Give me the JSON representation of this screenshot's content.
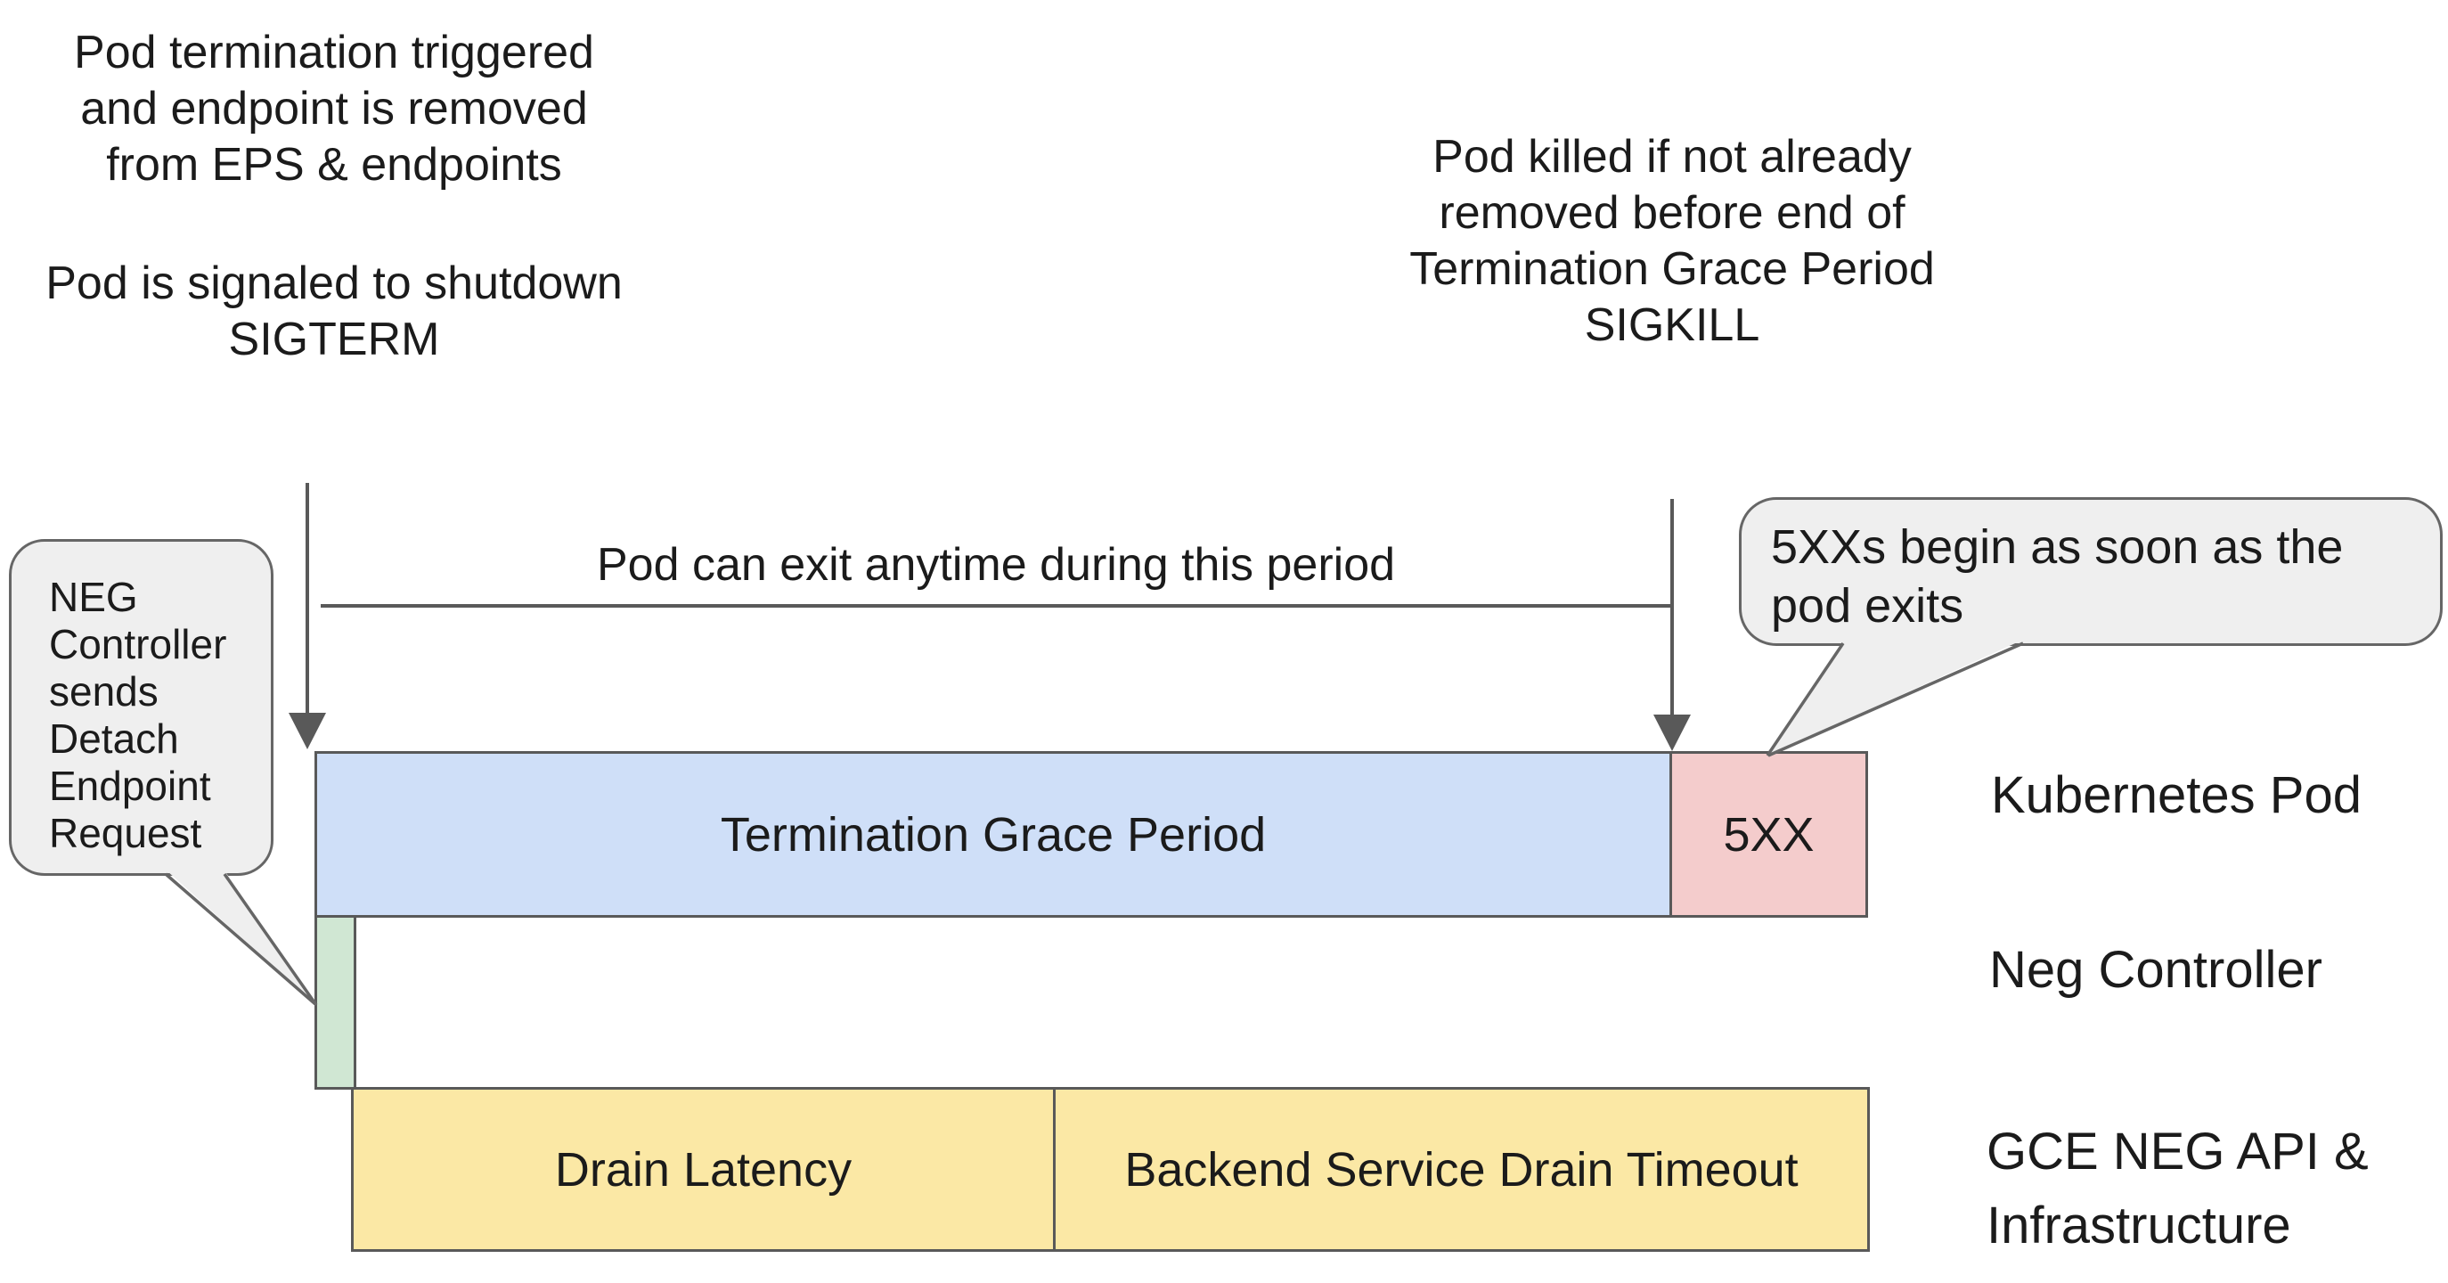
{
  "notes": {
    "left": {
      "para1": [
        "Pod termination triggered",
        "and endpoint is removed",
        "from EPS & endpoints"
      ],
      "para2": [
        "Pod is signaled to shutdown",
        "SIGTERM"
      ]
    },
    "right": {
      "para1": [
        "Pod killed if not already",
        "removed before end of",
        "Termination Grace Period",
        "SIGKILL"
      ]
    },
    "period_label": "Pod can exit anytime during this period"
  },
  "callouts": {
    "neg_controller": {
      "lines": [
        "NEG",
        "Controller",
        "sends",
        "Detach",
        "Endpoint",
        "Request"
      ]
    },
    "errors": {
      "line1": "5XXs begin as soon as the",
      "line2": "pod exits"
    }
  },
  "bars": {
    "termination_grace_period": "Termination Grace Period",
    "five_xx": "5XX",
    "drain_latency": "Drain Latency",
    "backend_drain_timeout": "Backend Service Drain Timeout"
  },
  "lanes": {
    "kubernetes_pod": "Kubernetes Pod",
    "neg_controller": "Neg Controller",
    "gce_line1": "GCE NEG API &",
    "gce_line2": "Infrastructure"
  },
  "colors": {
    "grace_fill": "#cfdff8",
    "error_fill": "#f4cccc",
    "detach_fill": "#d0e7d3",
    "drain_fill": "#fbe8a5",
    "callout_fill": "#efefef",
    "stroke": "#595959"
  }
}
